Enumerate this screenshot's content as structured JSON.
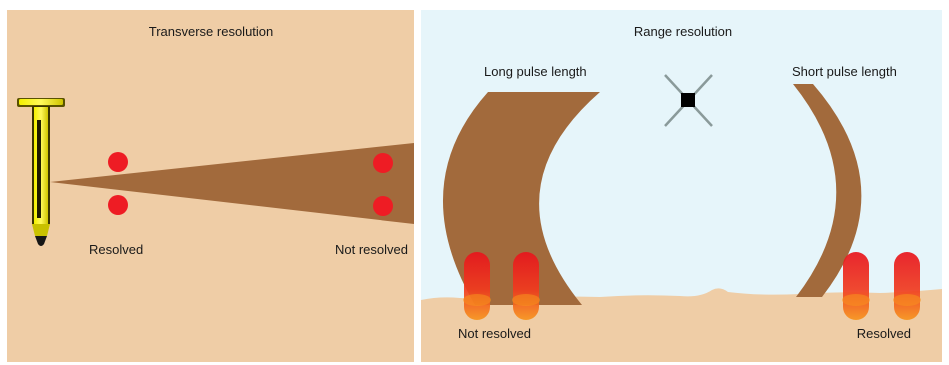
{
  "left_panel": {
    "title": "Transverse resolution",
    "resolved_label": "Resolved",
    "not_resolved_label": "Not resolved",
    "background_color": "#efcda6",
    "beam_color": "#a26a3c",
    "target_color": "#ee1c24"
  },
  "right_panel": {
    "title": "Range resolution",
    "long_pulse_label": "Long pulse length",
    "short_pulse_label": "Short pulse length",
    "not_resolved_label": "Not resolved",
    "resolved_label": "Resolved",
    "sky_color": "#e6f5fa",
    "ground_color": "#efcda6",
    "pulse_color": "#a26a3c",
    "target_color": "#ee1c24"
  }
}
